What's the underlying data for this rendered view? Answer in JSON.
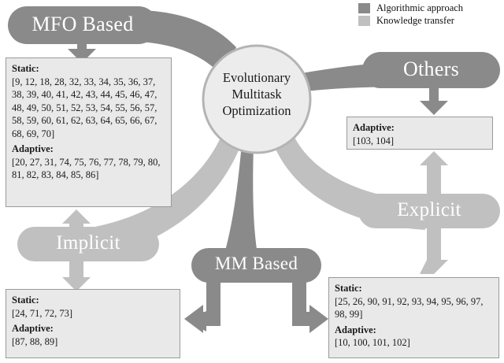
{
  "diagram": {
    "center": {
      "line1": "Evolutionary",
      "line2": "Multitask",
      "line3": "Optimization"
    },
    "legend": {
      "items": [
        {
          "label": "Algorithmic approach",
          "color": "#8a8a8a"
        },
        {
          "label": "Knowledge transfer",
          "color": "#c0c0c0"
        }
      ]
    },
    "colors": {
      "algorithmic": "#8a8a8a",
      "knowledge": "#c0c0c0",
      "box_fill": "#e9e9e9",
      "box_border": "#9a9a9a",
      "circle_fill": "#ececec",
      "circle_border": "#b4b4b4",
      "text": "#1a1a1a",
      "pill_text": "#ffffff"
    },
    "branches": [
      {
        "id": "mfo",
        "label": "MFO Based",
        "kind": "algorithmic",
        "box": {
          "static_header": "Static:",
          "static_list": "[9, 12, 18, 28, 32, 33, 34, 35, 36, 37, 38, 39, 40, 41, 42, 43, 44, 45, 46, 47, 48, 49, 50, 51, 52, 53, 54, 55, 56, 57, 58, 59, 60, 61, 62, 63, 64, 65, 66, 67, 68, 69, 70]",
          "adaptive_header": "Adaptive:",
          "adaptive_list": "[20, 27, 31, 74, 75, 76, 77, 78, 79, 80, 81, 82, 83, 84, 85, 86]"
        }
      },
      {
        "id": "others",
        "label": "Others",
        "kind": "algorithmic",
        "box": {
          "adaptive_header": "Adaptive:",
          "adaptive_list": "[103, 104]"
        }
      },
      {
        "id": "mm",
        "label": "MM Based",
        "kind": "algorithmic",
        "box": null
      },
      {
        "id": "implicit",
        "label": "Implicit",
        "kind": "knowledge",
        "box": {
          "static_header": "Static:",
          "static_list": "[24, 71, 72, 73]",
          "adaptive_header": "Adaptive:",
          "adaptive_list": "[87, 88, 89]"
        }
      },
      {
        "id": "explicit",
        "label": "Explicit",
        "kind": "knowledge",
        "box": {
          "static_header": "Static:",
          "static_list": "[25, 26, 90, 91, 92, 93, 94, 95, 96, 97, 98, 99]",
          "adaptive_header": "Adaptive:",
          "adaptive_list": "[10, 100, 101, 102]"
        }
      }
    ]
  }
}
